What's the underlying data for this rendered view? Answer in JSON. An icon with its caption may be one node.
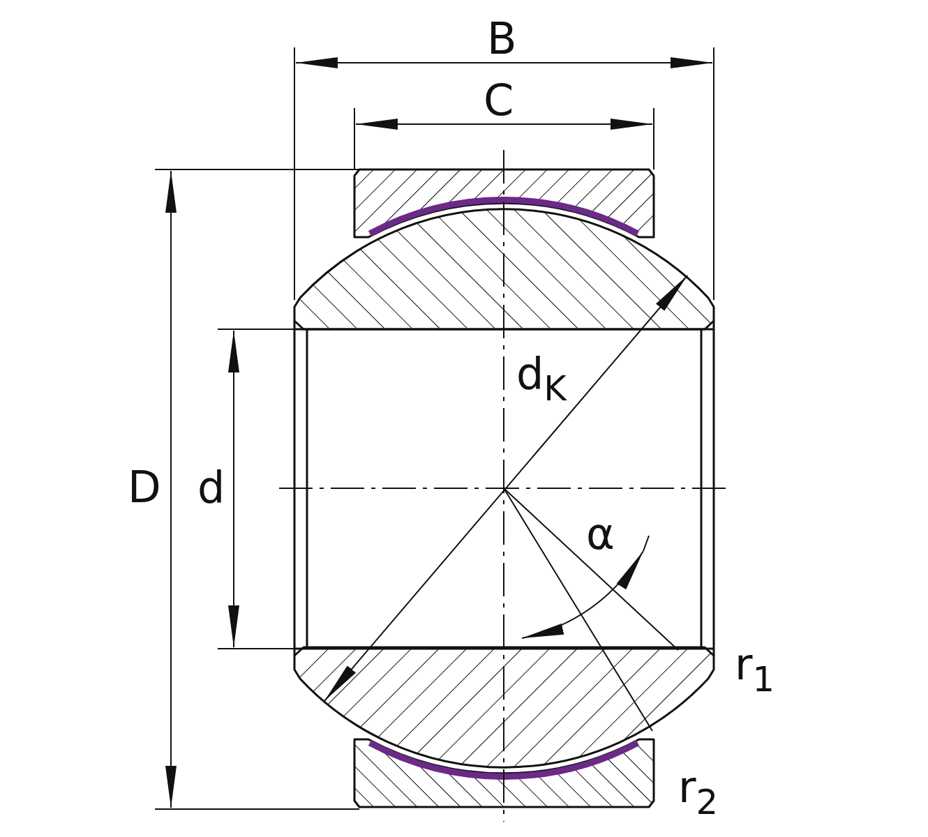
{
  "diagram": {
    "labels": [
      "B",
      "C",
      "d$_{K}$",
      "D",
      "d",
      "α",
      "r$_{1}$",
      "r$_{2}$"
    ]
  }
}
